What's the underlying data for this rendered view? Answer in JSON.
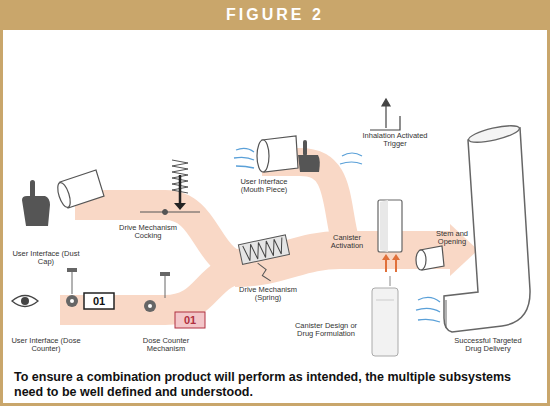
{
  "diagram": {
    "title": "FIGURE 2",
    "caption": "To ensure a combination product will perform as intended, the multiple subsystems need to be well defined and understood.",
    "labels": [
      "User Interface (Dust Cap)",
      "Drive Mechanism Cocking",
      "User Interface (Mouth Piece)",
      "Inhalation Activated Trigger",
      "Canister Activation",
      "Stem and Opening",
      "Drive Mechanism (Spring)",
      "User Interface (Dose Counter)",
      "01",
      "Dose Counter Mechanism",
      "01",
      "Canister Design or Drug Formulation",
      "Successful Targeted Drug Delivery"
    ]
  }
}
